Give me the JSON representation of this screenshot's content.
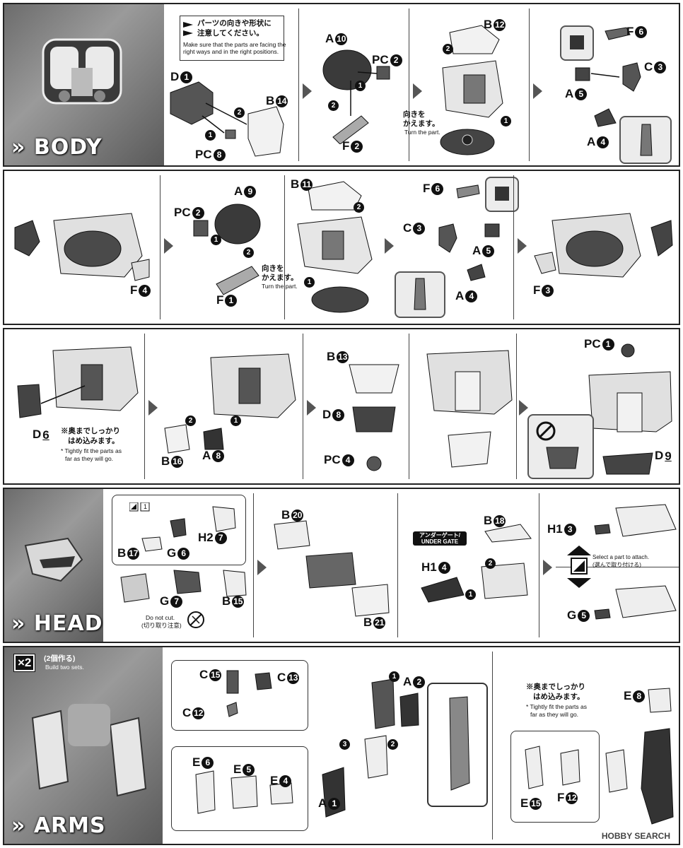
{
  "sections": {
    "body": {
      "title": "» BODY"
    },
    "head": {
      "title": "» HEAD"
    },
    "arms": {
      "title": "» ARMS",
      "x2_badge": "×2",
      "x2_jp": "(2個作る)",
      "x2_en": "Build two sets."
    }
  },
  "notes": {
    "orientation_jp_1": "パーツの向きや形状に",
    "orientation_jp_2": "注意してください。",
    "orientation_en_1": "Make sure that the parts are facing the",
    "orientation_en_2": "right ways and in the right positions.",
    "turn_jp_1": "向きを",
    "turn_jp_2": "かえます。",
    "turn_en": "Turn the part.",
    "tight_jp_1": "※奥までしっかり",
    "tight_jp_2": "はめ込みます。",
    "tight_en_1": "* Tightly fit the parts as",
    "tight_en_2": "far as they will go.",
    "do_not_cut_en": "Do not cut.",
    "do_not_cut_jp": "(切り取り注意)",
    "select_part_en": "Select a part to attach.",
    "select_part_jp": "(選んで取り付ける)",
    "under_gate_jp": "アンダーゲート/",
    "under_gate_en": "UNDER GATE",
    "cut_one": "1"
  },
  "labels": {
    "row1": {
      "D1": "D",
      "D1n": "1",
      "B14": "B",
      "B14n": "14",
      "PC8": "PC",
      "PC8n": "8",
      "A10": "A",
      "A10n": "10",
      "PC2": "PC",
      "PC2n": "2",
      "F2": "F",
      "F2n": "2",
      "B12": "B",
      "B12n": "12",
      "F6": "F",
      "F6n": "6",
      "C3": "C",
      "C3n": "3",
      "A5": "A",
      "A5n": "5",
      "A4": "A",
      "A4n": "4"
    },
    "row2": {
      "F4": "F",
      "F4n": "4",
      "A9": "A",
      "A9n": "9",
      "PC2": "PC",
      "PC2n": "2",
      "F1": "F",
      "F1n": "1",
      "B11": "B",
      "B11n": "11",
      "F6": "F",
      "F6n": "6",
      "C3": "C",
      "C3n": "3",
      "A5": "A",
      "A5n": "5",
      "A4": "A",
      "A4n": "4",
      "F3": "F",
      "F3n": "3"
    },
    "row3": {
      "D6": "D",
      "D6n": "6",
      "B16": "B",
      "B16n": "16",
      "A8": "A",
      "A8n": "8",
      "B13": "B",
      "B13n": "13",
      "D8": "D",
      "D8n": "8",
      "PC4": "PC",
      "PC4n": "4",
      "PC1": "PC",
      "PC1n": "1",
      "D9": "D",
      "D9n": "9"
    },
    "head": {
      "H27": "H2",
      "H27n": "7",
      "B17": "B",
      "B17n": "17",
      "G6": "G",
      "G6n": "6",
      "G7": "G",
      "G7n": "7",
      "B15": "B",
      "B15n": "15",
      "B20": "B",
      "B20n": "20",
      "B21": "B",
      "B21n": "21",
      "B18": "B",
      "B18n": "18",
      "H14": "H1",
      "H14n": "4",
      "H13": "H1",
      "H13n": "3",
      "G5": "G",
      "G5n": "5"
    },
    "arms": {
      "C15": "C",
      "C15n": "15",
      "C13": "C",
      "C13n": "13",
      "C12": "C",
      "C12n": "12",
      "A2": "A",
      "A2n": "2",
      "A1": "A",
      "A1n": "1",
      "E6": "E",
      "E6n": "6",
      "E5": "E",
      "E5n": "5",
      "E4": "E",
      "E4n": "4",
      "E8": "E",
      "E8n": "8",
      "E15": "E",
      "E15n": "15",
      "F12": "F",
      "F12n": "12"
    }
  },
  "logo": "HOBBY SEARCH"
}
